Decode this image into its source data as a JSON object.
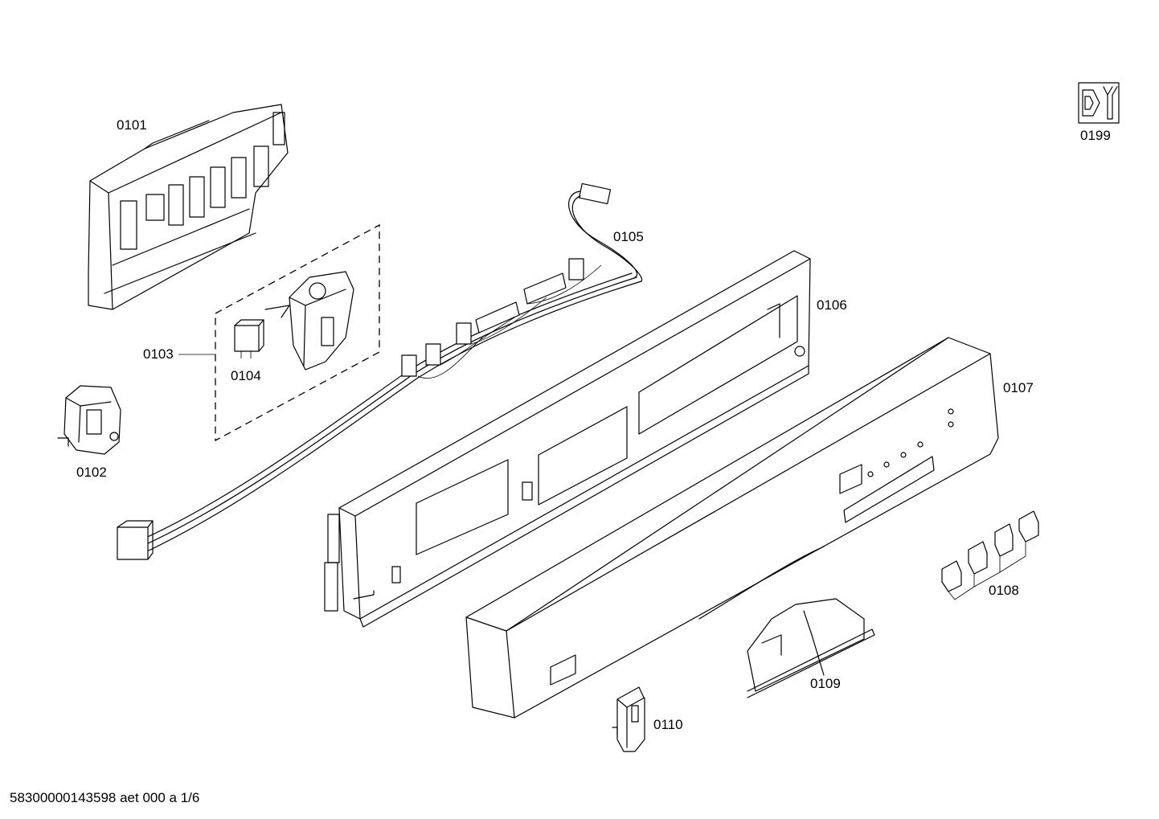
{
  "parts": [
    {
      "id": "0101"
    },
    {
      "id": "0102"
    },
    {
      "id": "0103"
    },
    {
      "id": "0104"
    },
    {
      "id": "0105"
    },
    {
      "id": "0106"
    },
    {
      "id": "0107"
    },
    {
      "id": "0108"
    },
    {
      "id": "0109"
    },
    {
      "id": "0110"
    },
    {
      "id": "0199"
    }
  ],
  "footer": {
    "code": "58300000143598 aet 000 a 1/6"
  }
}
